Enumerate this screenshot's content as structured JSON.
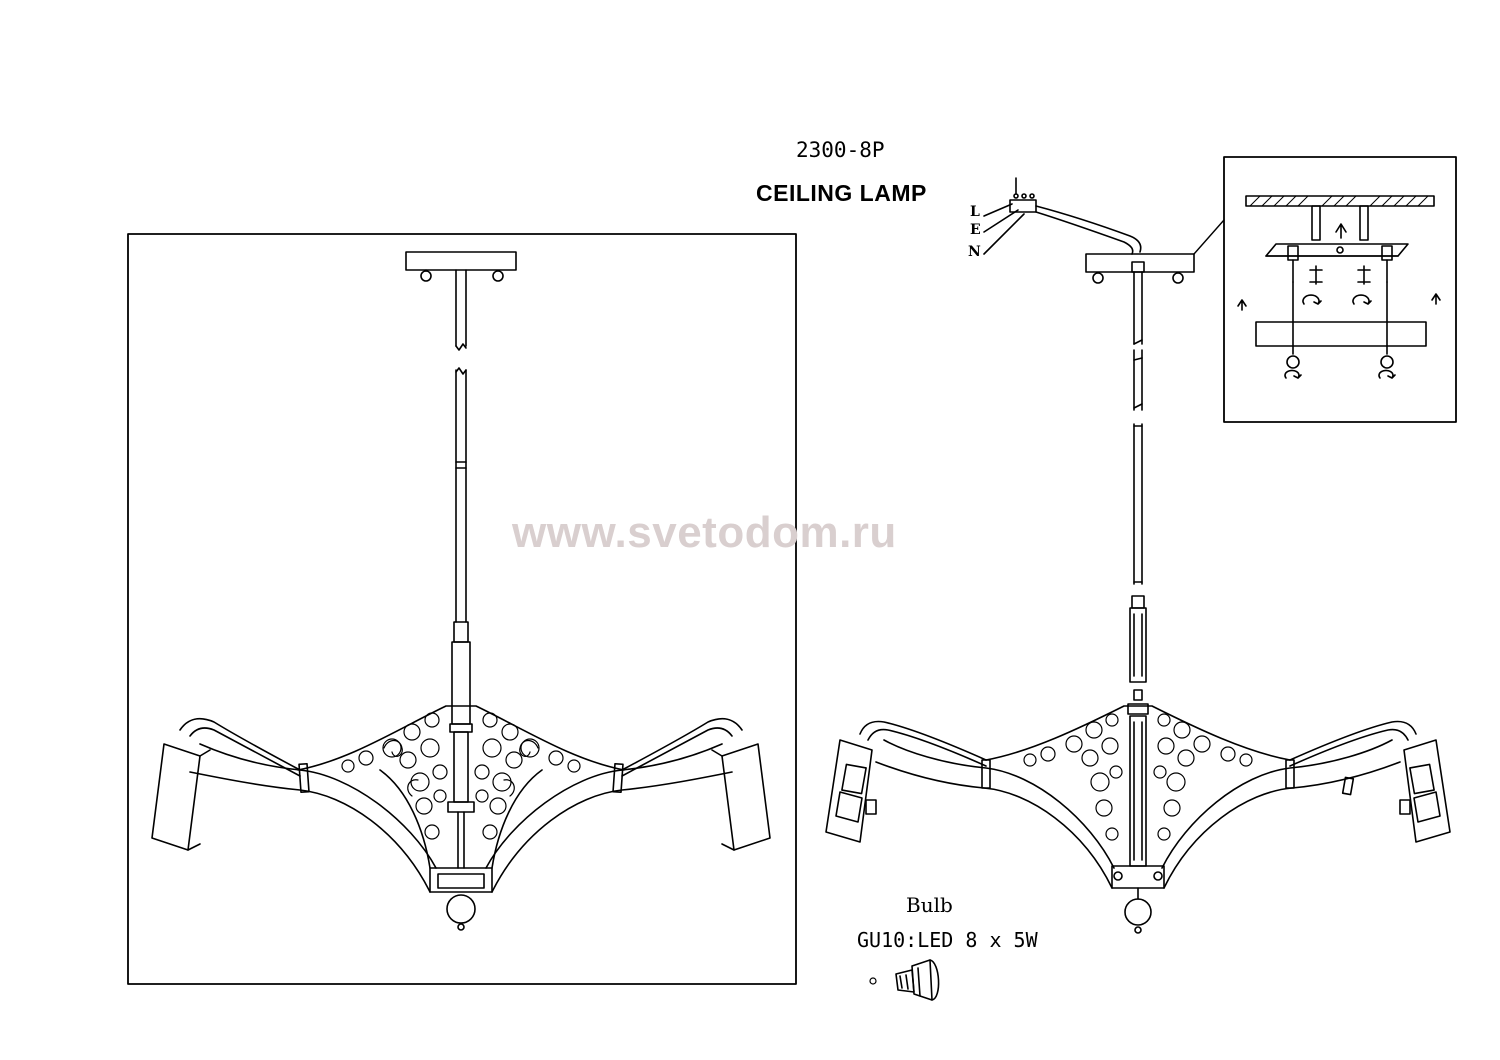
{
  "model": "2300-8P",
  "title": "CEILING LAMP",
  "watermark": "www.svetodom.ru",
  "bulb": {
    "heading": "Bulb",
    "spec": "GU10:LED 8 x 5W"
  },
  "wiring": {
    "live": "L",
    "earth": "E",
    "neutral": "N"
  }
}
